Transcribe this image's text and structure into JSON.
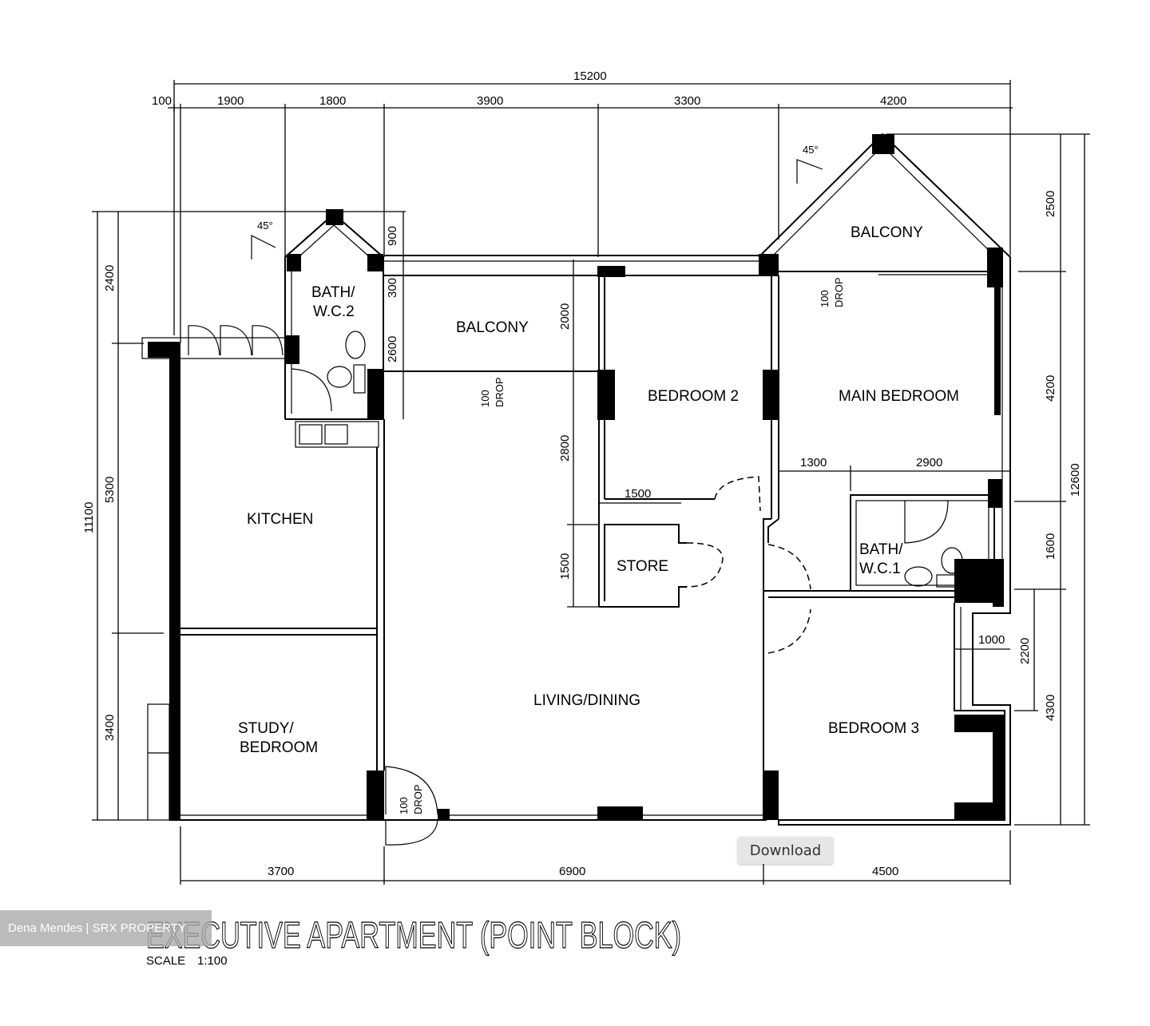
{
  "plan": {
    "title": "EXECUTIVE APARTMENT (POINT BLOCK)",
    "scale_label": "SCALE",
    "scale_value": "1:100",
    "rooms": {
      "bath_wc2_line1": "BATH/",
      "bath_wc2_line2": "W.C.2",
      "balcony_front": "BALCONY",
      "bedroom2": "BEDROOM 2",
      "main_bedroom": "MAIN BEDROOM",
      "balcony_main": "BALCONY",
      "kitchen": "KITCHEN",
      "store": "STORE",
      "bath_wc1_line1": "BATH/",
      "bath_wc1_line2": "W.C.1",
      "living_dining": "LIVING/DINING",
      "bedroom3": "BEDROOM 3",
      "study_line1": "STUDY/",
      "study_line2": "BEDROOM"
    },
    "notes": {
      "drop_value": "100",
      "drop_label": "DROP",
      "angle": "45°"
    },
    "dimensions": {
      "top_total": "15200",
      "top": [
        "100",
        "1900",
        "1800",
        "3900",
        "3300",
        "4200"
      ],
      "left_total": "11100",
      "left": [
        "2400",
        "5300",
        "3400"
      ],
      "right_total": "12600",
      "right": [
        "2500",
        "4200",
        "1600",
        "4300"
      ],
      "right_inner": "2200",
      "bottom": [
        "3700",
        "6900",
        "4500"
      ],
      "interior": {
        "wc2_900": "900",
        "wc2_300": "300",
        "wc2_2600": "2600",
        "balcony_2000": "2000",
        "living_2800": "2800",
        "store_1500_v": "1500",
        "store_1500_h": "1500",
        "bed_1300": "1300",
        "bed_2900": "2900",
        "bed3_1000": "1000"
      }
    }
  },
  "overlay": {
    "download_label": "Download",
    "watermark": "Dena  Mendes | SRX PROPERTY"
  }
}
